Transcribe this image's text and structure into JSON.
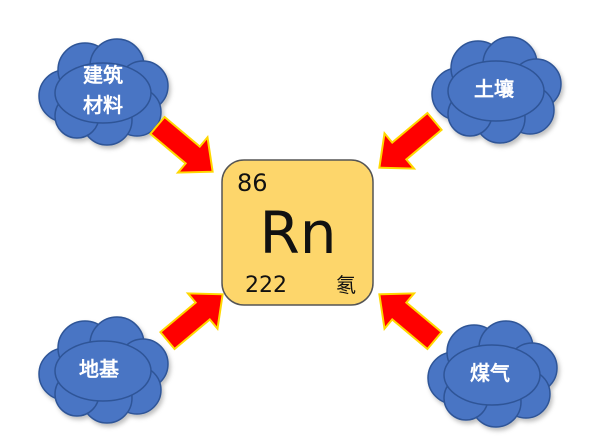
{
  "element": {
    "atomic_number": "86",
    "symbol": "Rn",
    "mass": "222",
    "name": "氡"
  },
  "sources": [
    {
      "lines": [
        "建筑",
        "材料"
      ]
    },
    {
      "lines": [
        "土壤"
      ]
    },
    {
      "lines": [
        "地基"
      ]
    },
    {
      "lines": [
        "煤气"
      ]
    }
  ],
  "colors": {
    "cloud_fill": "#4a74c4",
    "cloud_stroke": "#2f5597",
    "arrow_fill": "#ff0000",
    "arrow_stroke": "#ffd700",
    "tile_fill": "#fdd66b",
    "tile_stroke": "#555555"
  }
}
